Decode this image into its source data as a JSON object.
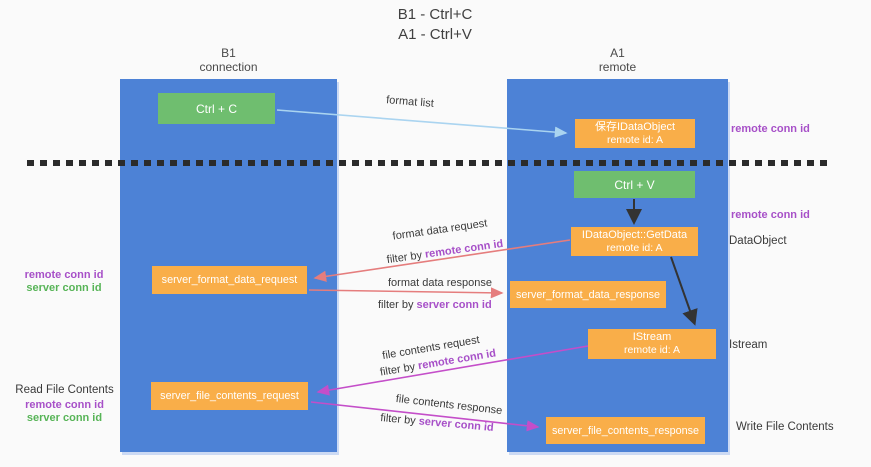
{
  "title": {
    "line1": "B1 - Ctrl+C",
    "line2": "A1 - Ctrl+V"
  },
  "columns": {
    "left": {
      "id": "B1",
      "role": "connection"
    },
    "right": {
      "id": "A1",
      "role": "remote"
    }
  },
  "boxes": {
    "ctrl_c": "Ctrl + C",
    "ctrl_v": "Ctrl + V",
    "save_idataobject": {
      "line1": "保存IDataObject",
      "line2": "remote id: A"
    },
    "getdata": {
      "line1": "IDataObject::GetData",
      "line2": "remote id: A"
    },
    "istream": {
      "line1": "IStream",
      "line2": "remote id: A"
    },
    "format_request": "server_format_data_request",
    "format_response": "server_format_data_response",
    "file_request": "server_file_contents_request",
    "file_response": "server_file_contents_response"
  },
  "flows": {
    "format_list": {
      "label": "format list"
    },
    "format_request": {
      "label": "format data request",
      "filter_prefix": "filter by ",
      "filter_key": "remote conn id"
    },
    "format_response": {
      "label": "format data response",
      "filter_prefix": "filter by ",
      "filter_key": "server conn id"
    },
    "file_request": {
      "label": "file contents request",
      "filter_prefix": "filter by ",
      "filter_key": "remote conn id"
    },
    "file_response": {
      "label": "file contents response",
      "filter_prefix": "filter by ",
      "filter_key": "server conn id"
    }
  },
  "left_margin": {
    "format_remote_id": "remote conn id",
    "format_server_id": "server conn id",
    "read_file": "Read File Contents",
    "file_remote_id": "remote conn id",
    "file_server_id": "server conn id"
  },
  "right_margin": {
    "top_conn_id": "remote conn id",
    "mid_conn_id": "remote conn id",
    "dataobject": "DataObject",
    "istream": "Istream",
    "write_file": "Write File Contents"
  },
  "colors": {
    "panel_blue": "#4d82d6",
    "box_green": "#6fbe6f",
    "box_orange": "#f9ae49",
    "arrow_light_blue": "#aad4f0",
    "arrow_red": "#e57d7d",
    "arrow_magenta": "#c44ec9",
    "arrow_black": "#333333",
    "text_purple": "#a750c8",
    "text_green": "#57b457"
  }
}
